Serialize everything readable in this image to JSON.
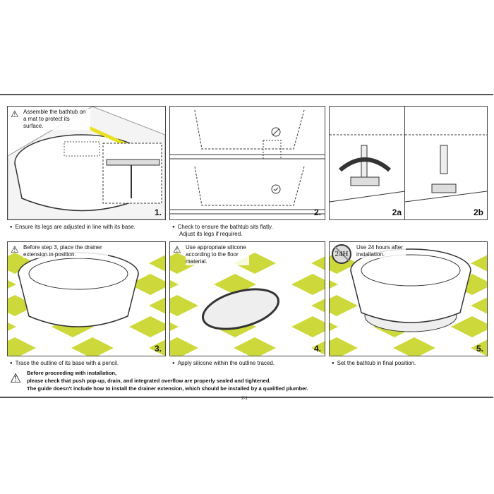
{
  "steps": [
    {
      "number": "1.",
      "note": "Assemble the bathtub on a mat to protect its surface.",
      "caption": "Ensure its legs are adjusted in line with its base."
    },
    {
      "number": "2.",
      "caption_line1": "Check to ensure the bathtub sits flatly.",
      "caption_line2": "Adjust its legs if required."
    },
    {
      "number_a": "2a",
      "number_b": "2b"
    },
    {
      "number": "3.",
      "note": "Before step 3, place the drainer extension in position.",
      "caption": "Trace the outline of its base with a pencil."
    },
    {
      "number": "4.",
      "note": "Use appropriate silicone according to the floor material.",
      "caption": "Apply silicone within the outline traced."
    },
    {
      "number": "5.",
      "note": "Use 24 hours after installation.",
      "badge": "24H",
      "caption": "Set the bathtub in final position."
    }
  ],
  "warning": {
    "line1": "Before proceeding with installation,",
    "line2": "please check that push pop-up, drain, and integrated overflow are properly sealed and tightened.",
    "line3": "The guide doesn't include how to install the drainer extension, which should be installed by a qualified plumber."
  },
  "page_number": "2-1",
  "colors": {
    "floor_tile": "#cdd83a",
    "highlight": "#e8e020"
  }
}
